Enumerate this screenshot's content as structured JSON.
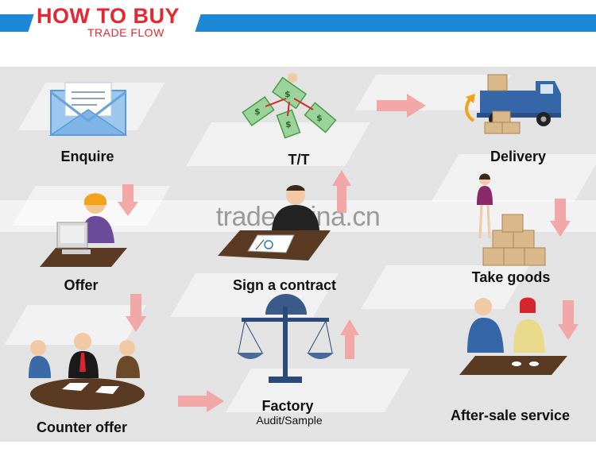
{
  "header": {
    "title": "HOW TO BUY",
    "subtitle": "TRADE FLOW"
  },
  "watermark": "trade.china.cn",
  "steps": [
    {
      "label": "Enquire"
    },
    {
      "label": "T/T"
    },
    {
      "label": "Delivery"
    },
    {
      "label": "Offer"
    },
    {
      "label": "Sign a contract"
    },
    {
      "label": "Take goods"
    },
    {
      "label": "Counter offer"
    },
    {
      "label": "Factory",
      "sublabel": "Audit/Sample"
    },
    {
      "label": "After-sale service"
    }
  ],
  "colors": {
    "header_bar": "#1e88d6",
    "title": "#e8262f",
    "arrow": "#f3a0a0",
    "canvas": "#e3e3e3"
  },
  "icons": [
    "envelope-icon",
    "money-icon",
    "truck-icon",
    "person-computer-icon",
    "contract-signing-icon",
    "boxes-icon",
    "meeting-icon",
    "scale-icon",
    "handshake-icon"
  ]
}
